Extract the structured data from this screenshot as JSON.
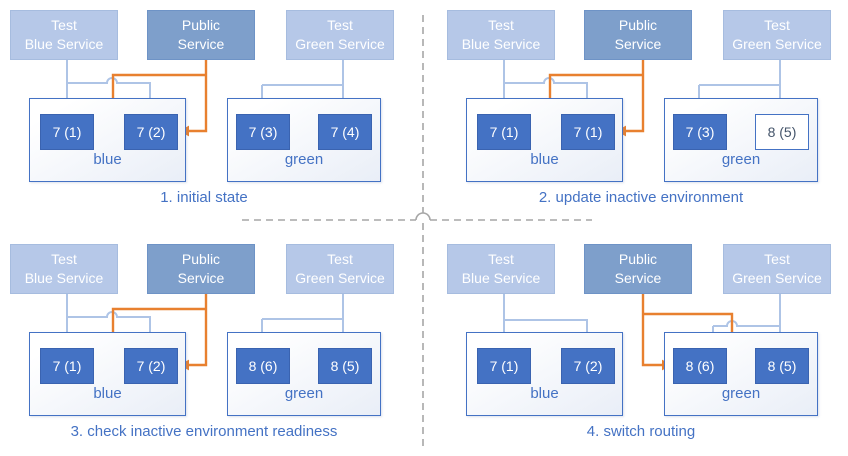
{
  "services": {
    "test_blue": [
      "Test",
      "Blue Service"
    ],
    "public": [
      "Public",
      "Service"
    ],
    "test_green": [
      "Test",
      "Green Service"
    ]
  },
  "quadrants": [
    {
      "caption": "1. initial state",
      "blue_env": {
        "name": "blue",
        "pods": [
          "7 (1)",
          "7 (2)"
        ]
      },
      "green_env": {
        "name": "green",
        "pods": [
          "7 (3)",
          "7 (4)"
        ]
      },
      "public_routes_to": "blue"
    },
    {
      "caption": "2. update inactive environment",
      "blue_env": {
        "name": "blue",
        "pods": [
          "7 (1)",
          "7 (1)"
        ]
      },
      "green_env": {
        "name": "green",
        "pods": [
          "7 (3)",
          "8 (5)"
        ],
        "new_pod_index": 1
      },
      "public_routes_to": "blue"
    },
    {
      "caption": "3. check inactive environment readiness",
      "blue_env": {
        "name": "blue",
        "pods": [
          "7 (1)",
          "7 (2)"
        ]
      },
      "green_env": {
        "name": "green",
        "pods": [
          "8 (6)",
          "8 (5)"
        ]
      },
      "public_routes_to": "blue"
    },
    {
      "caption": "4. switch routing",
      "blue_env": {
        "name": "blue",
        "pods": [
          "7 (1)",
          "7 (2)"
        ]
      },
      "green_env": {
        "name": "green",
        "pods": [
          "8 (6)",
          "8 (5)"
        ]
      },
      "public_routes_to": "green"
    }
  ],
  "colors": {
    "pod_fill": "#4472c4",
    "public_service_fill": "#7e9fcb",
    "test_service_fill": "#b6c8e8",
    "public_traffic_arrow": "#e8802f",
    "test_traffic_arrow": "#aec4e6",
    "environment_border": "#4472c4",
    "caption_text": "#4472c4",
    "divider_dash": "#a6a6a6",
    "new_pod_text": "#44546a"
  }
}
